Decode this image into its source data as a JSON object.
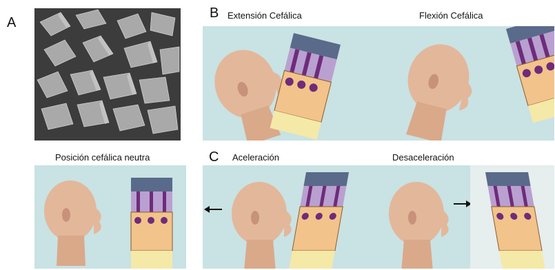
{
  "labels": {
    "panel_a": "A",
    "panel_b": "B",
    "panel_c": "C"
  },
  "captions": {
    "extension": "Extensión Cefálica",
    "flexion": "Flexión Cefálica",
    "neutral": "Posición cefálica neutra",
    "acceleration": "Aceleración",
    "deceleration": "Desaceleración"
  },
  "colors": {
    "panel_bg": "#c9e2e3",
    "skin": "#e3b79a",
    "otoconia": "#5a6a8a",
    "hair_cell": "#6e2c7a",
    "support_cell": "#f2c38a",
    "base": "#f5e9a8"
  },
  "icons": {
    "arrow_left": "arrow-left-icon",
    "arrow_right": "arrow-right-icon"
  }
}
